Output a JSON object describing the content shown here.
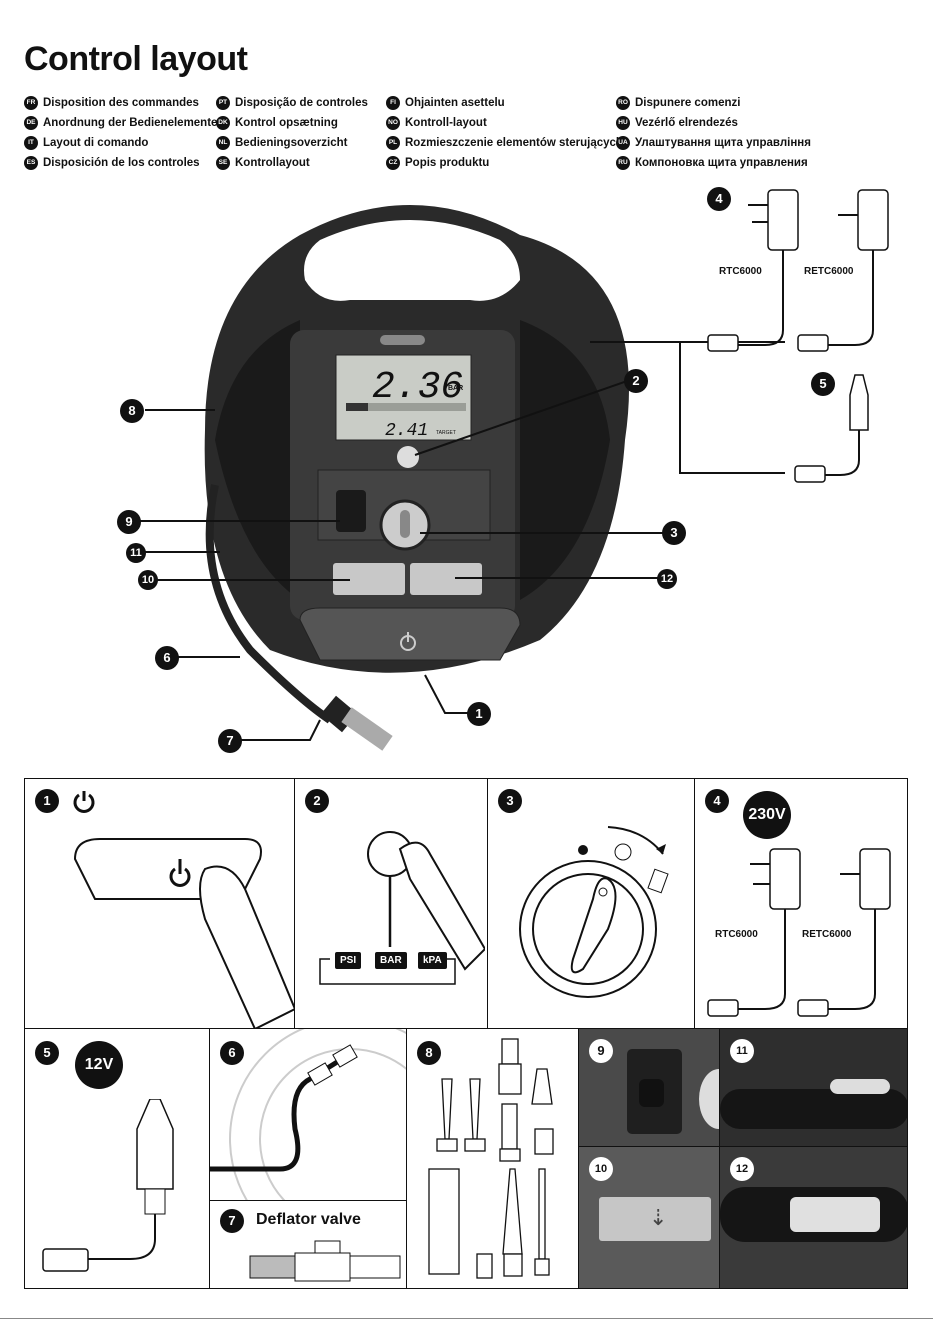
{
  "title": "Control layout",
  "languages": [
    {
      "code": "FR",
      "text": "Disposition des commandes"
    },
    {
      "code": "DE",
      "text": "Anordnung der Bedienelemente"
    },
    {
      "code": "IT",
      "text": "Layout di comando"
    },
    {
      "code": "ES",
      "text": "Disposición de los controles"
    },
    {
      "code": "PT",
      "text": "Disposição de controles"
    },
    {
      "code": "DK",
      "text": "Kontrol opsætning"
    },
    {
      "code": "NL",
      "text": "Bedieningsoverzicht"
    },
    {
      "code": "SE",
      "text": "Kontrollayout"
    },
    {
      "code": "FI",
      "text": "Ohjainten asettelu"
    },
    {
      "code": "NO",
      "text": "Kontroll-layout"
    },
    {
      "code": "PL",
      "text": "Rozmieszczenie elementów sterujących"
    },
    {
      "code": "CZ",
      "text": "Popis produktu"
    },
    {
      "code": "RO",
      "text": "Dispunere comenzi"
    },
    {
      "code": "HU",
      "text": "Vezérlő elrendezés"
    },
    {
      "code": "UA",
      "text": "Улаштування щита управління"
    },
    {
      "code": "RU",
      "text": "Компоновка щита управления"
    }
  ],
  "device": {
    "display_main": "2.36",
    "display_unit": "BAR",
    "display_target": "2.41",
    "display_target_label": "TARGET"
  },
  "callouts": [
    "1",
    "2",
    "3",
    "4",
    "5",
    "6",
    "7",
    "8",
    "9",
    "10",
    "11",
    "12"
  ],
  "adapters": {
    "model_a": "RTC6000",
    "model_b": "RETC6000"
  },
  "panels": {
    "p1_num": "1",
    "p2_num": "2",
    "p3_num": "3",
    "p4_num": "4",
    "p5_num": "5",
    "p6_num": "6",
    "p7_num": "7",
    "p8_num": "8",
    "p9_num": "9",
    "p10_num": "10",
    "p11_num": "11",
    "p12_num": "12",
    "voltage_230": "230V",
    "voltage_12": "12V",
    "units": [
      "PSI",
      "BAR",
      "kPA"
    ],
    "deflator_label": "Deflator valve"
  },
  "icons": [
    "power-icon",
    "usb-icon",
    "light-icon",
    "plug-icon",
    "car-plug-icon",
    "dial-icon",
    "finger-icon"
  ]
}
